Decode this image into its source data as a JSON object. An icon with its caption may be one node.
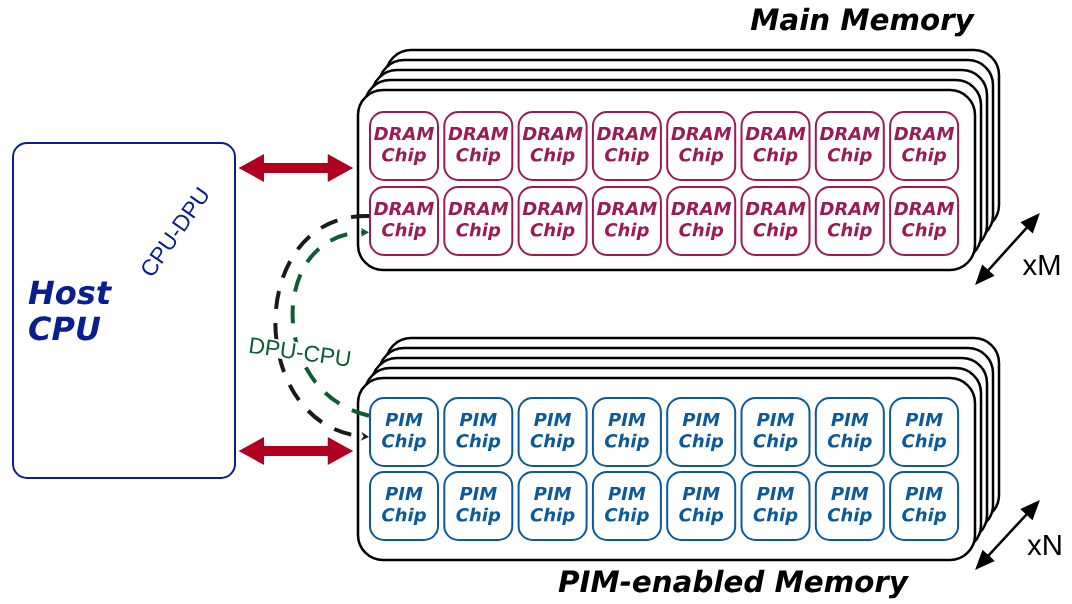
{
  "diagram": {
    "nodes": [
      {
        "text": [
          "Host CPU"
        ]
      },
      {
        "text": [
          "Main Memory"
        ]
      },
      {
        "text": [
          "DRAM Chip"
        ],
        "in": 1
      },
      {
        "text": [
          "DRAM Chip"
        ],
        "in": 1
      },
      {
        "text": [
          "DRAM Chip"
        ],
        "in": 1
      },
      {
        "text": [
          "DRAM Chip"
        ],
        "in": 1
      },
      {
        "text": [
          "DRAM Chip"
        ],
        "in": 1
      },
      {
        "text": [
          "DRAM Chip"
        ],
        "in": 1
      },
      {
        "text": [
          "DRAM Chip"
        ],
        "in": 1
      },
      {
        "text": [
          "DRAM Chip"
        ],
        "in": 1
      },
      {
        "text": [
          "DRAM Chip"
        ],
        "in": 1
      },
      {
        "text": [
          "DRAM Chip"
        ],
        "in": 1
      },
      {
        "text": [
          "DRAM Chip"
        ],
        "in": 1
      },
      {
        "text": [
          "DRAM Chip"
        ],
        "in": 1
      },
      {
        "text": [
          "DRAM Chip"
        ],
        "in": 1
      },
      {
        "text": [
          "DRAM Chip"
        ],
        "in": 1
      },
      {
        "text": [
          "DRAM Chip"
        ],
        "in": 1
      },
      {
        "text": [
          "DRAM Chip"
        ],
        "in": 1
      },
      {
        "text": [
          "PIM-enabled Memory"
        ]
      },
      {
        "text": [
          "PIM Chip"
        ],
        "in": 18
      },
      {
        "text": [
          "PIM Chip"
        ],
        "in": 18
      },
      {
        "text": [
          "PIM Chip"
        ],
        "in": 18
      },
      {
        "text": [
          "PIM Chip"
        ],
        "in": 18
      },
      {
        "text": [
          "PIM Chip"
        ],
        "in": 18
      },
      {
        "text": [
          "PIM Chip"
        ],
        "in": 18
      },
      {
        "text": [
          "PIM Chip"
        ],
        "in": 18
      },
      {
        "text": [
          "PIM Chip"
        ],
        "in": 18
      },
      {
        "text": [
          "PIM Chip"
        ],
        "in": 18
      },
      {
        "text": [
          "PIM Chip"
        ],
        "in": 18
      },
      {
        "text": [
          "PIM Chip"
        ],
        "in": 18
      },
      {
        "text": [
          "PIM Chip"
        ],
        "in": 18
      },
      {
        "text": [
          "PIM Chip"
        ],
        "in": 18
      },
      {
        "text": [
          "PIM Chip"
        ],
        "in": 18
      },
      {
        "text": [
          "PIM Chip"
        ],
        "in": 18
      },
      {
        "text": [
          "PIM Chip"
        ],
        "in": 18
      }
    ],
    "edges": [
      {
        "from": 0,
        "to": 1,
        "arrow": "both",
        "style": "thick",
        "color": "#b0001e"
      },
      {
        "from": 0,
        "to": 18,
        "arrow": "both",
        "style": "thick",
        "color": "#b0001e"
      },
      {
        "from": 10,
        "to": 19,
        "arrow": "to",
        "style": "dashed",
        "color": "#1a1a1a",
        "label": "CPU-DPU"
      },
      {
        "from": 19,
        "to": 10,
        "arrow": "to",
        "style": "dashed",
        "color": "#0b5e33",
        "label": "DPU-CPU"
      }
    ],
    "labels": [
      "xM",
      "xN"
    ]
  }
}
